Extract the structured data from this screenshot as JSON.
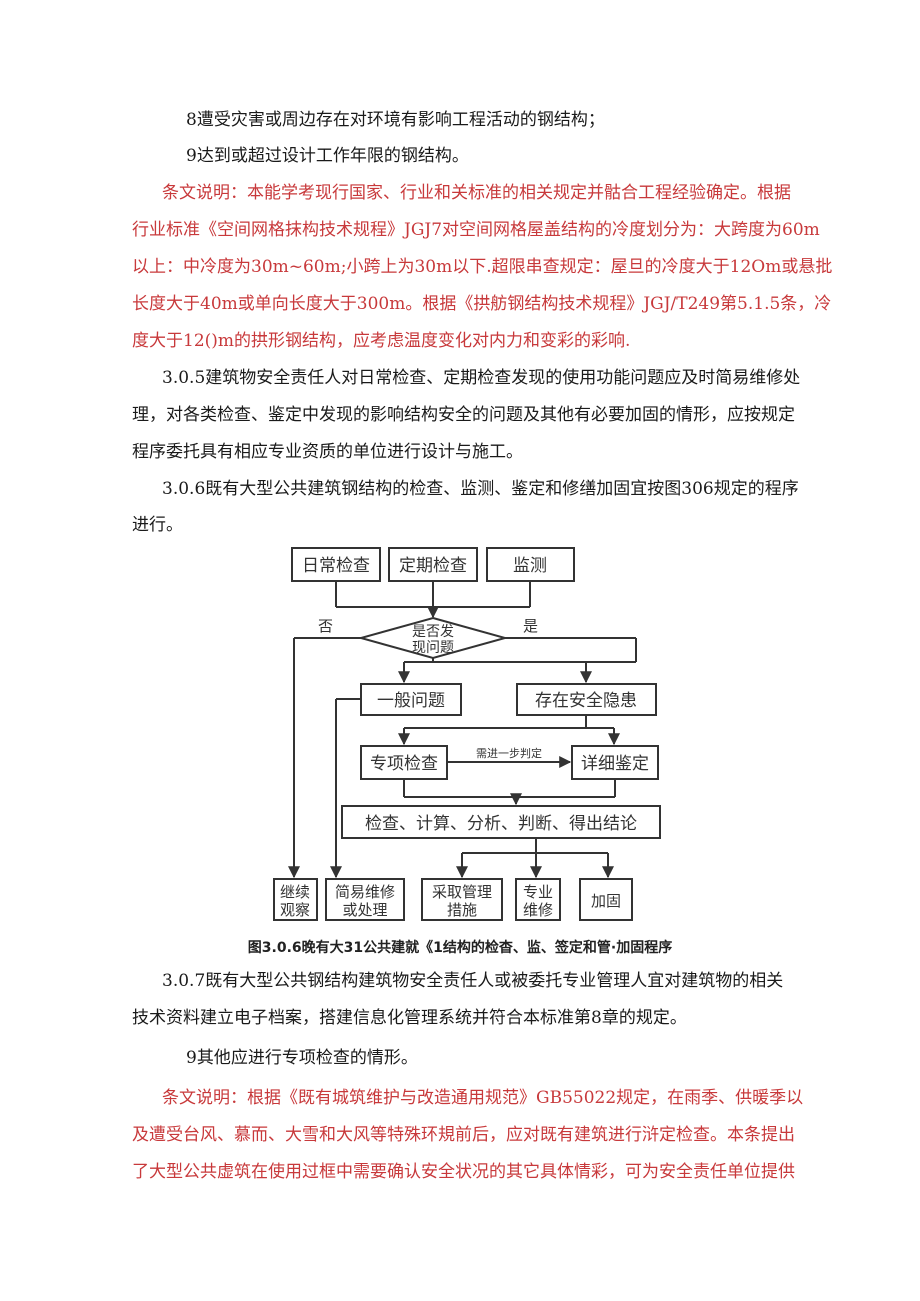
{
  "lines": [
    "8遭受灾害或周边存在对环境有影响工程活动的钢结构；",
    "9达到或超过设计工作年限的钢结构。",
    "条文说明：本能学考现行国家、行业和关标准的相关规定并骷合工程经验确定。根据",
    "行业标准《空间网格抹构技术规程》JGJ7对空间网格屋盖结构的冷度划分为：大跨度为60m",
    "以上：中冷度为30m~60m;小跨上为30m以下.超限串查规定：屋旦的冷度大于12Om或悬批",
    "长度大于40m或单向长度大于300m。根据《拱舫钢结构技术规程》JGJ/T249第5.1.5条，冷",
    "度大于12()m的拱形钢结构，应考虑温度变化对内力和变彩的彩响.",
    "3.0.5建筑物安全责任人对日常检查、定期检查发现的使用功能问题应及时简易维修处",
    "理，对各类检查、鉴定中发现的影响结构安全的问题及其他有必要加固的情形，应按规定",
    "程序委托具有相应专业资质的单位进行设计与施工。",
    "3.0.6既有大型公共建筑钢结构的检查、监测、鉴定和修缮加固宜按图306规定的程序",
    "进行。",
    "3.0.7既有大型公共钢结构建筑物安全责任人或被委托专业管理人宜对建筑物的相关",
    "技术资料建立电子档案，搭建信息化管理系统并符合本标准第8章的规定。",
    "9其他应进行专项检查的情形。",
    "条文说明：根据《既有城筑维护与改造通用规范》GB55022规定，在雨季、供暖季以",
    "及遭受台风、慕而、大雪和大风等特殊环規前后，应对既有建筑进行浒定检查。本条提出",
    "了大型公共虚筑在使用过框中需要确认安全状况的其它具体情彩，可为安全责任单位提供"
  ],
  "flowchart": {
    "daily_check": "日常检查",
    "periodic_check": "定期检查",
    "monitoring": "监测",
    "decision_l1": "是否发",
    "decision_l2": "现问题",
    "no_label": "否",
    "yes_label": "是",
    "general_issue": "一般问题",
    "safety_hazard": "存在安全隐患",
    "special_check": "专项检查",
    "further_judge": "需进一步判定",
    "detailed_appraisal": "详细鉴定",
    "analysis": "检查、计算、分析、判断、得出结论",
    "observe_l1": "继续",
    "observe_l2": "观察",
    "repair_l1": "简易维修",
    "repair_l2": "或处理",
    "measures_l1": "采取管理",
    "measures_l2": "措施",
    "maintain_l1": "专业",
    "maintain_l2": "维修",
    "reinforce": "加固"
  },
  "caption": "图3.0.6晚有大31公共建就《1结构的检杳、监、签定和管·加固程序"
}
